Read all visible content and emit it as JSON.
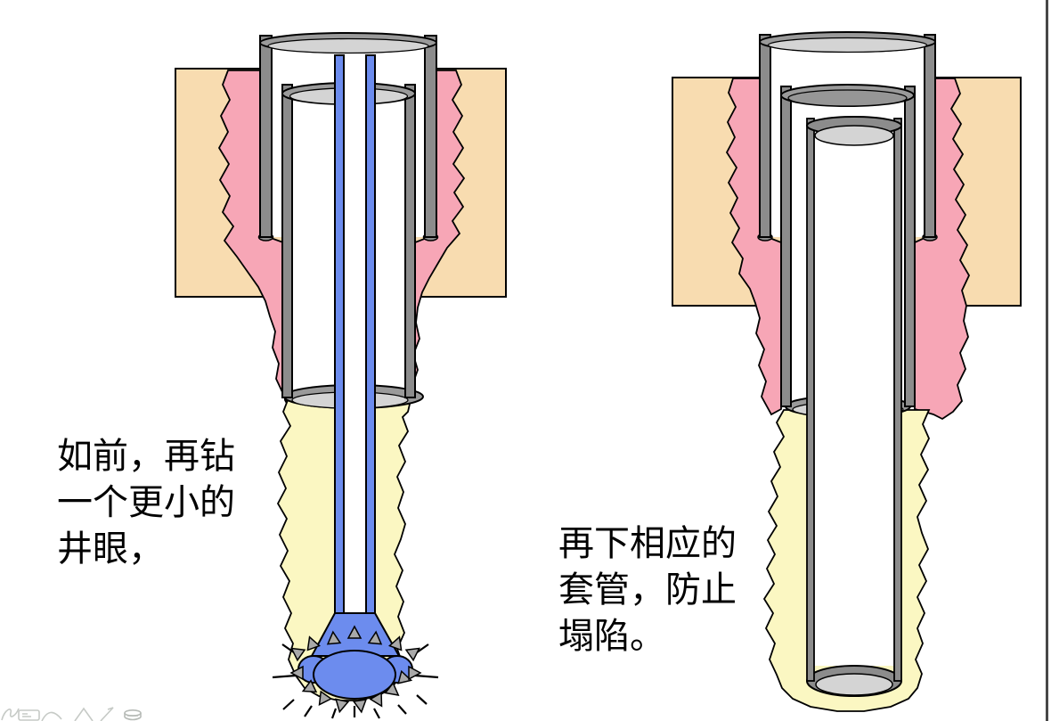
{
  "slide": {
    "type": "presentation-slide"
  },
  "captions": {
    "left": {
      "full_text": "如前，再钻一个更小的井眼，",
      "lines": [
        "如前，再钻",
        "一个更小的",
        "井眼，"
      ]
    },
    "right": {
      "full_text": "再下相应的套管，防止塌陷。",
      "lines": [
        "再下相应的",
        "套管，防止",
        "塌陷。"
      ]
    }
  },
  "palette": {
    "slide_background": "#FFFFFF",
    "formation_tan": "#F8DCB0",
    "cement_pink": "#F7A6B6",
    "openhole_yellow": "#FBF7C2",
    "drillstring_blue": "#6C8CEE",
    "casing_gray": "#8C8C8C",
    "casing_ring": "#9A9A9A",
    "casing_inner_light": "#D4D4D4",
    "casing_inner_mid": "#969696",
    "tooth_gray": "#A9A9A9",
    "outline_black": "#000000",
    "slide_border": "#474747",
    "toolbar_icon_gray": "#C6CAC6"
  },
  "toolbar": {
    "icons": [
      "freeform-icon",
      "textbox-icon",
      "arc-icon",
      "triangle-icon",
      "line-icon",
      "layers-icon"
    ]
  }
}
